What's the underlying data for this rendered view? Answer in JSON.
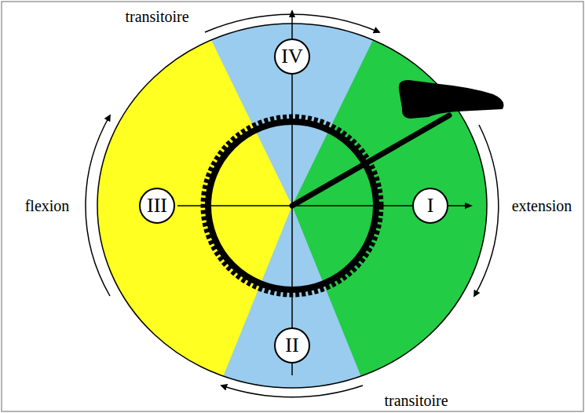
{
  "diagram": {
    "nodes": [
      {
        "text": [
          "IV"
        ]
      },
      {
        "text": [
          "III"
        ]
      },
      {
        "text": [
          "I"
        ]
      },
      {
        "text": [
          "II"
        ]
      }
    ],
    "labels": [
      "transitoire",
      "flexion",
      "extension",
      "transitoire"
    ]
  }
}
